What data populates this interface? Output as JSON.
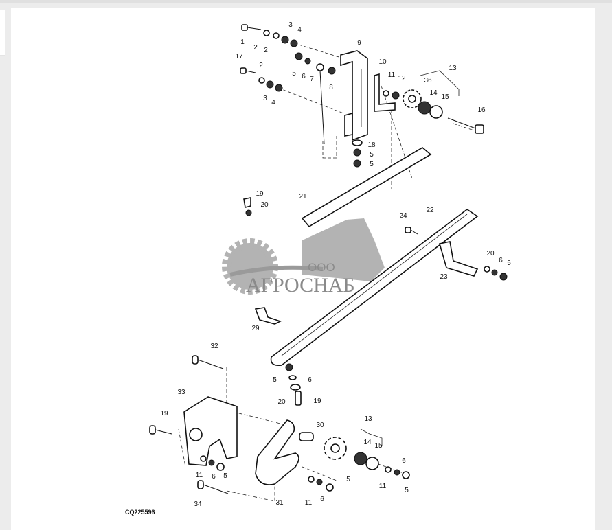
{
  "diagram": {
    "figure_code": "CQ225596",
    "watermark": {
      "prefix": "ООО",
      "brand": "АГРОСНАБ"
    },
    "callouts": [
      "1",
      "2",
      "2",
      "3",
      "4",
      "17",
      "2",
      "3",
      "4",
      "5",
      "6",
      "7",
      "8",
      "9",
      "10",
      "11",
      "12",
      "36",
      "13",
      "14",
      "15",
      "16",
      "18",
      "5",
      "5",
      "19",
      "20",
      "21",
      "24",
      "22",
      "20",
      "6",
      "5",
      "23",
      "29",
      "5",
      "6",
      "20",
      "19",
      "32",
      "33",
      "19",
      "11",
      "6",
      "5",
      "34",
      "30",
      "31",
      "13",
      "14",
      "15",
      "11",
      "6",
      "5",
      "11",
      "6",
      "5"
    ]
  }
}
